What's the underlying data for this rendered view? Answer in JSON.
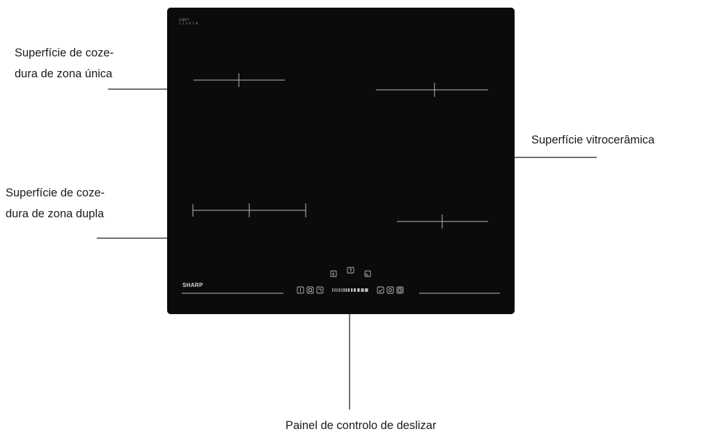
{
  "labels": {
    "single_zone_line1": "Superfície de coze-",
    "single_zone_line2": "dura de zona única",
    "vitroceramic": "Superfície vitrocerâmica",
    "dual_zone_line1": "Superfície de coze-",
    "dual_zone_line2": "dura de zona dupla",
    "slider_panel": "Painel de controlo de deslizar"
  },
  "hob": {
    "brand": "SHARP",
    "model_line1": "SCHDTT",
    "model_line2": "2 2 4 0 1 W",
    "colors": {
      "glass": "#0b0b0b",
      "markings": "#bdbdbd",
      "leader": "#6e6e6e"
    }
  }
}
